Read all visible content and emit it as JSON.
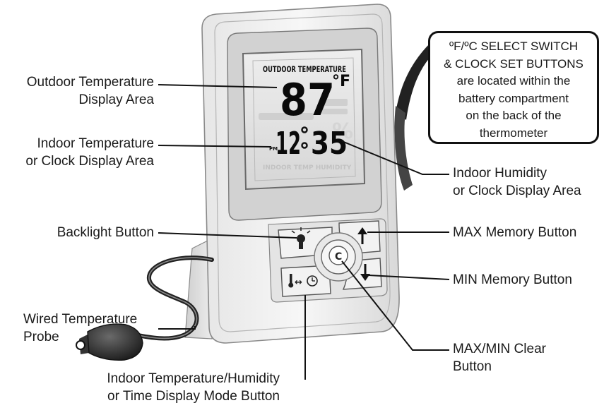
{
  "display": {
    "header": "OUTDOOR TEMPERATURE",
    "outdoor_value": "87",
    "outdoor_unit": "°F",
    "clock_hours": "12",
    "clock_minutes": "35",
    "pm_indicator": "PM",
    "ghost_lower": "INDOOR TEMP  HUMIDITY"
  },
  "buttons": {
    "clear_symbol": "C",
    "mode_symbol": "↔"
  },
  "callout": {
    "lines": [
      "ºF/ºC SELECT SWITCH",
      "& CLOCK SET BUTTONS",
      "are located within the",
      "battery compartment",
      "on the back of the",
      "thermometer"
    ]
  },
  "labels": {
    "outdoor": [
      "Outdoor Temperature",
      "Display Area"
    ],
    "indoor": [
      "Indoor Temperature",
      "or Clock Display Area"
    ],
    "humidity": [
      "Indoor Humidity",
      "or Clock Display Area"
    ],
    "backlight": [
      "Backlight Button"
    ],
    "max": [
      "MAX Memory Button"
    ],
    "min": [
      "MIN Memory Button"
    ],
    "probe": [
      "Wired Temperature",
      "Probe"
    ],
    "clear": [
      "MAX/MIN Clear",
      "Button"
    ],
    "mode": [
      "Indoor Temperature/Humidity",
      "or Time Display Mode Button"
    ]
  }
}
